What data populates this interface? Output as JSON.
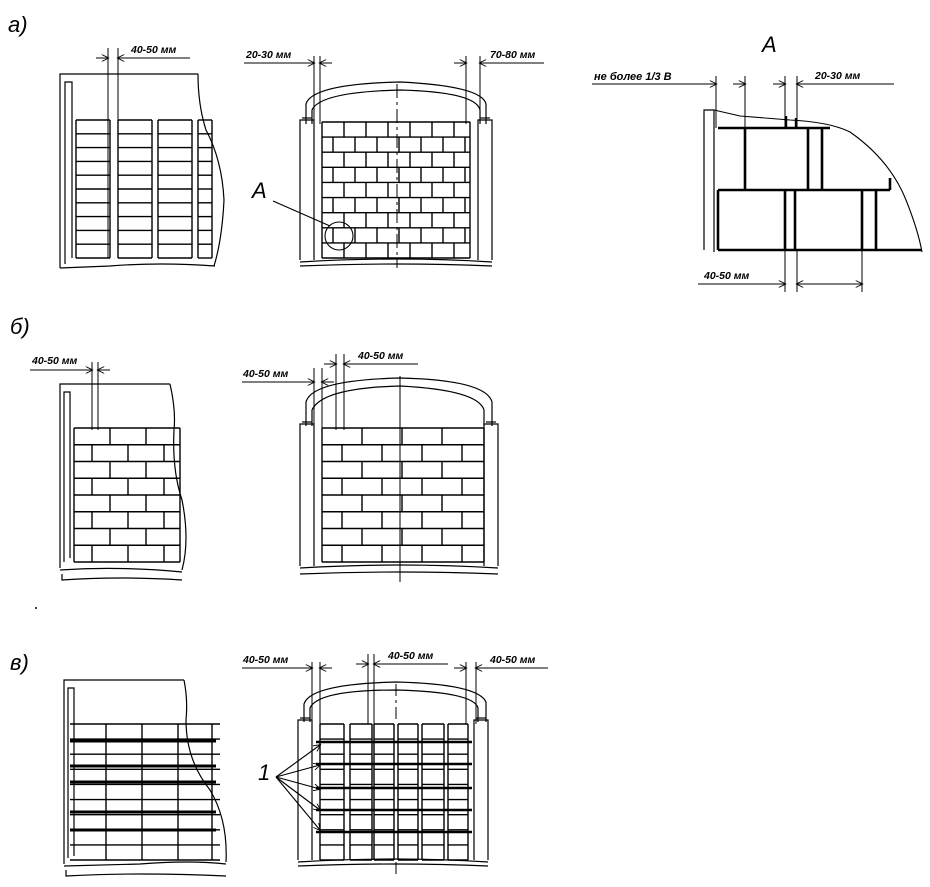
{
  "panels": {
    "a": {
      "label": "а)",
      "dim_left_spacing": "40-50 мм",
      "dim_gap_left": "20-30 мм",
      "dim_gap_right": "70-80 мм",
      "callout": "А"
    },
    "b": {
      "label": "б)",
      "dim_left_spacing": "40-50 мм",
      "dim_gap_left": "40-50 мм",
      "dim_spacing": "40-50 мм"
    },
    "c": {
      "label": "в)",
      "dim_gap_left": "40-50 мм",
      "dim_spacing": "40-50 мм",
      "dim_gap_right": "40-50 мм",
      "callout": "1"
    }
  },
  "detail": {
    "title": "А",
    "dim_overlap": "не более 1/3 В",
    "dim_gap": "20-30 мм",
    "dim_bottom": "40-50 мм"
  }
}
